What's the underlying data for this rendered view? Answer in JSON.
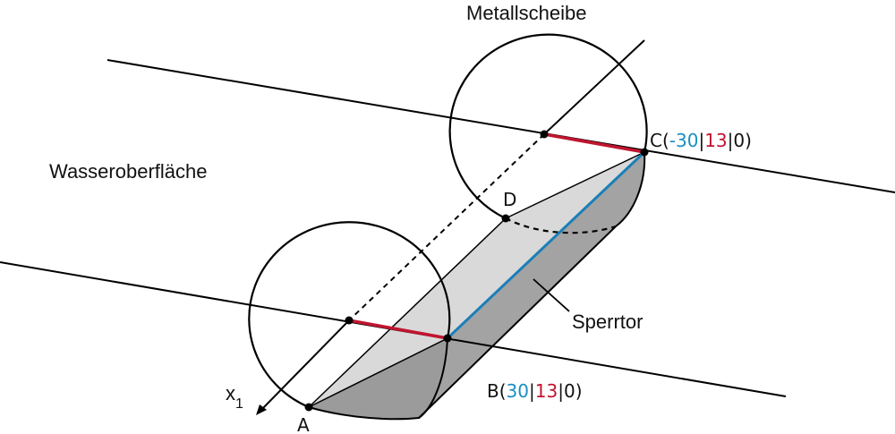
{
  "labels": {
    "disc": "Metallscheibe",
    "water": "Wasseroberfläche",
    "gate": "Sperrtor",
    "axis": "x",
    "axis_sub": "1"
  },
  "points": {
    "A": {
      "name": "A"
    },
    "B": {
      "name": "B",
      "open": "(",
      "x": "30",
      "sep1": "|",
      "y": "13",
      "sep2": "|",
      "z": "0",
      "close": ")"
    },
    "C": {
      "name": "C",
      "open": "(",
      "x": "-30",
      "sep1": "|",
      "y": "13",
      "sep2": "|",
      "z": "0",
      "close": ")"
    },
    "D": {
      "name": "D"
    }
  },
  "colors": {
    "x_coord": "#1a8fc2",
    "y_coord": "#c0152f",
    "edge": "#1a7fb8",
    "radius": "#c0152f",
    "gate_light": "#d9d9d9",
    "gate_dark": "#9b9b9b"
  }
}
